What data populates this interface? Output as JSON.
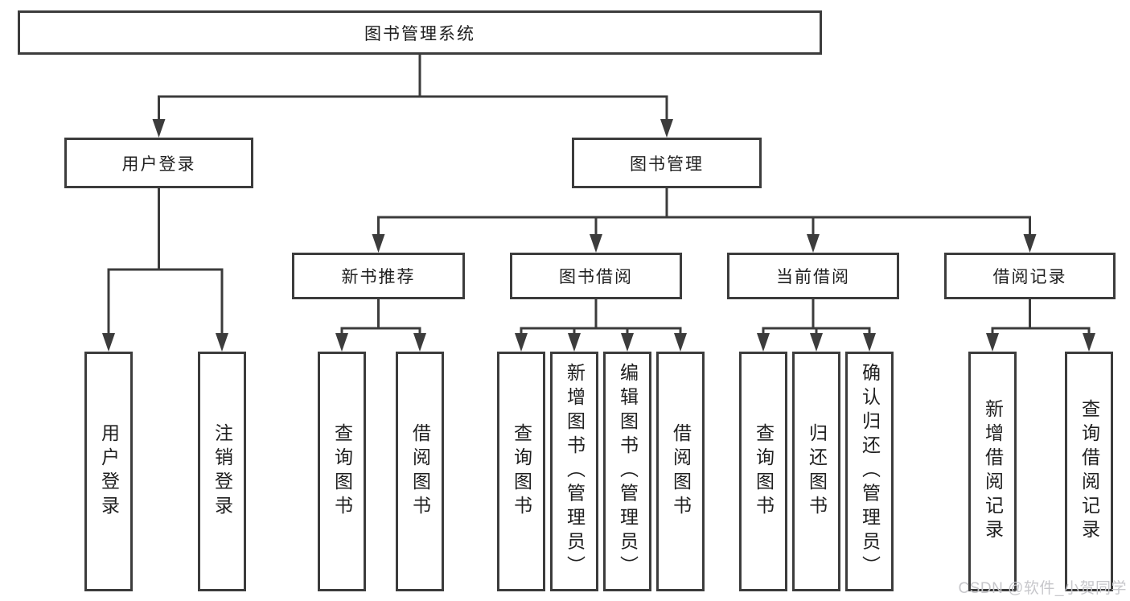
{
  "tree": {
    "root": "图书管理系统",
    "user_login": {
      "label": "用户登录",
      "children": [
        "用户登录",
        "注销登录"
      ]
    },
    "book_management": {
      "label": "图书管理",
      "sections": [
        {
          "label": "新书推荐",
          "children": [
            "查询图书",
            "借阅图书"
          ]
        },
        {
          "label": "图书借阅",
          "children": [
            "查询图书",
            "新增图书（管理员）",
            "编辑图书（管理员）",
            "借阅图书"
          ]
        },
        {
          "label": "当前借阅",
          "children": [
            "查询图书",
            "归还图书",
            "确认归还（管理员）"
          ]
        },
        {
          "label": "借阅记录",
          "children": [
            "新增借阅记录",
            "查询借阅记录"
          ]
        }
      ]
    }
  },
  "watermark": "CSDN @软件_小贺同学",
  "colors": {
    "line": "#3c3c3c",
    "text": "#202020",
    "watermark": "#c7c7cb",
    "background": "#ffffff"
  }
}
